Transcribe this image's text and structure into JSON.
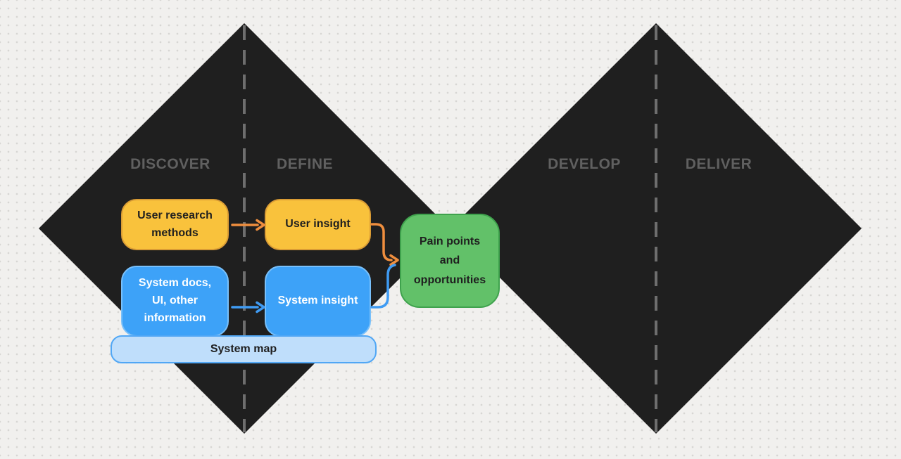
{
  "phases": [
    {
      "label": "DISCOVER"
    },
    {
      "label": "DEFINE"
    },
    {
      "label": "DEVELOP"
    },
    {
      "label": "DELIVER"
    }
  ],
  "nodes": {
    "user_research": {
      "label": "User research methods"
    },
    "user_insight": {
      "label": "User insight"
    },
    "system_docs": {
      "label": "System docs, UI, other information"
    },
    "system_insight": {
      "label": "System insight"
    },
    "system_map": {
      "label": "System map"
    },
    "pain_points": {
      "label": "Pain points and opportunities"
    }
  },
  "colors": {
    "bg": "#f1f0ee",
    "dot": "#d7d6d3",
    "diamond": "#1f1f1f",
    "phase-label": "#606060",
    "dash": "#6e6e6e",
    "yellow-fill": "#f9c23c",
    "yellow-border": "#da9c35",
    "blue-fill": "#3da2f8",
    "blue-border": "#79c0fa",
    "lightblue-fill": "#bfdefb",
    "lightblue-border": "#51a7f5",
    "green-fill": "#62c169",
    "green-border": "#3fa24d",
    "arrow-orange": "#ef8e3e",
    "arrow-blue": "#3f9bf3",
    "text-dark": "#1f1f1f",
    "text-light": "#ffffff"
  }
}
